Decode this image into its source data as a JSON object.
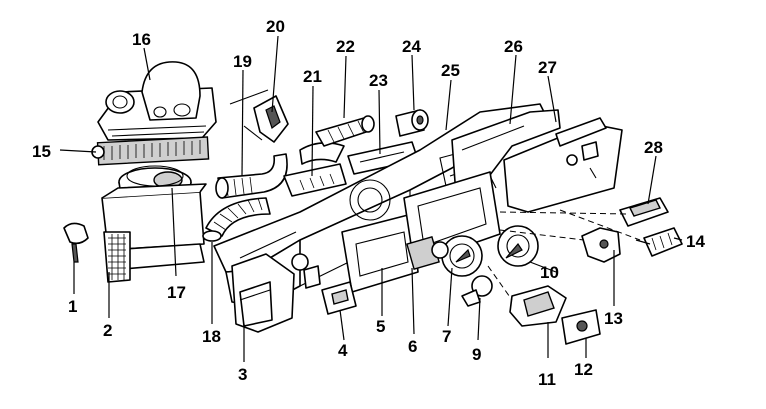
{
  "diagram": {
    "callouts": [
      {
        "id": "c1",
        "text": "1"
      },
      {
        "id": "c2",
        "text": "2"
      },
      {
        "id": "c3",
        "text": "3"
      },
      {
        "id": "c4",
        "text": "4"
      },
      {
        "id": "c5",
        "text": "5"
      },
      {
        "id": "c6",
        "text": "6"
      },
      {
        "id": "c7",
        "text": "7"
      },
      {
        "id": "c9",
        "text": "9"
      },
      {
        "id": "c10",
        "text": "10"
      },
      {
        "id": "c11",
        "text": "11"
      },
      {
        "id": "c12",
        "text": "12"
      },
      {
        "id": "c13",
        "text": "13"
      },
      {
        "id": "c14",
        "text": "14"
      },
      {
        "id": "c15",
        "text": "15"
      },
      {
        "id": "c16",
        "text": "16"
      },
      {
        "id": "c17",
        "text": "17"
      },
      {
        "id": "c18",
        "text": "18"
      },
      {
        "id": "c19",
        "text": "19"
      },
      {
        "id": "c20",
        "text": "20"
      },
      {
        "id": "c21",
        "text": "21"
      },
      {
        "id": "c22",
        "text": "22"
      },
      {
        "id": "c23",
        "text": "23"
      },
      {
        "id": "c24",
        "text": "24"
      },
      {
        "id": "c25",
        "text": "25"
      },
      {
        "id": "c26",
        "text": "26"
      },
      {
        "id": "c27",
        "text": "27"
      },
      {
        "id": "c28",
        "text": "28"
      }
    ]
  }
}
